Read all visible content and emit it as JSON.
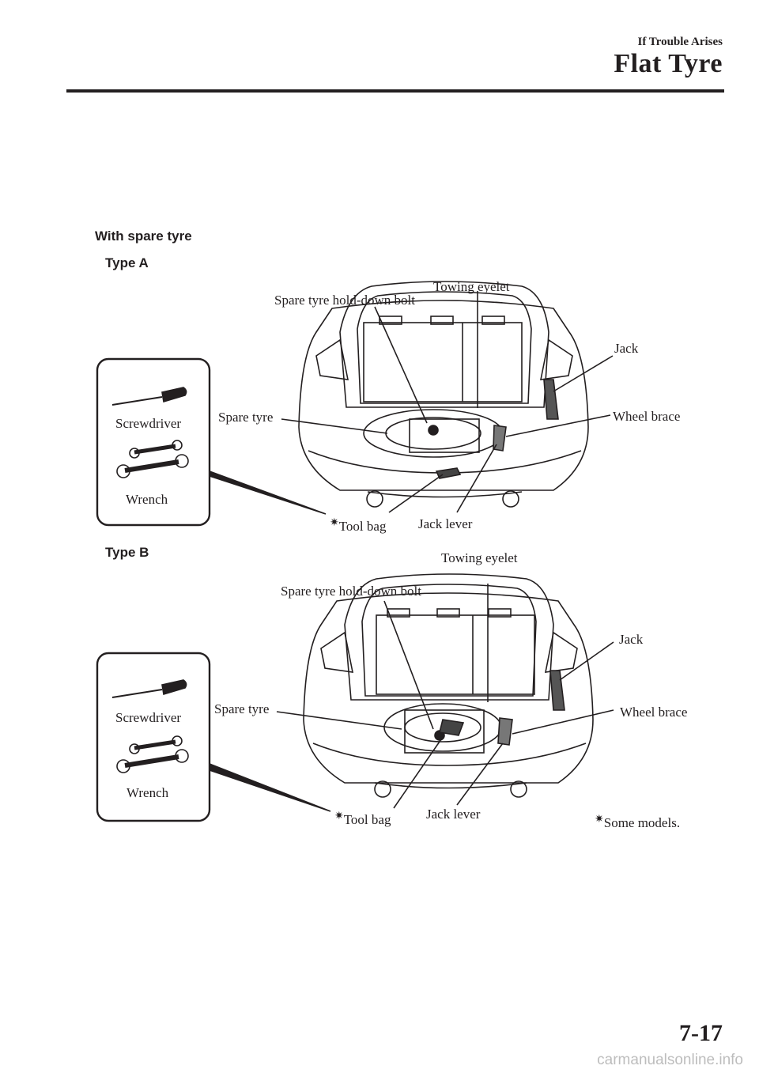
{
  "header": {
    "section": "If Trouble Arises",
    "title": "Flat Tyre"
  },
  "heading": "With spare tyre",
  "types": [
    {
      "title": "Type A",
      "callouts": {
        "towing_eyelet": "Towing eyelet",
        "hold_down_bolt": "Spare tyre hold-down bolt",
        "jack": "Jack",
        "wheel_brace": "Wheel brace",
        "spare_tyre": "Spare tyre",
        "tool_bag": "Tool bag",
        "jack_lever": "Jack lever"
      },
      "tools": {
        "screwdriver": "Screwdriver",
        "wrench": "Wrench"
      }
    },
    {
      "title": "Type B",
      "callouts": {
        "towing_eyelet": "Towing eyelet",
        "hold_down_bolt": "Spare tyre hold-down bolt",
        "jack": "Jack",
        "wheel_brace": "Wheel brace",
        "spare_tyre": "Spare tyre",
        "tool_bag": "Tool bag",
        "jack_lever": "Jack lever"
      },
      "tools": {
        "screwdriver": "Screwdriver",
        "wrench": "Wrench"
      }
    }
  ],
  "footnote": "Some models.",
  "page_number": "7-17",
  "watermark": "carmanualsonline.info"
}
